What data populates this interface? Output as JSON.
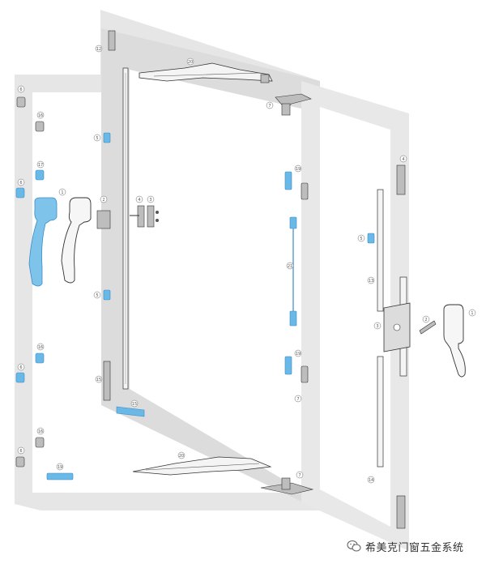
{
  "watermark": {
    "text": "希美克门窗五金系统",
    "icon": "wechat-icon"
  },
  "colors": {
    "frame": "#e4e4e4",
    "part_stroke": "#333333",
    "highlight": "#6ab8e6",
    "highlight_stroke": "#3a8cc8",
    "metal": "#bcbcbc",
    "dark": "#555555"
  },
  "callouts": [
    "1",
    "2",
    "3",
    "4",
    "5",
    "6",
    "7",
    "8",
    "12",
    "13",
    "14",
    "15",
    "16",
    "17",
    "19",
    "20",
    "21"
  ]
}
